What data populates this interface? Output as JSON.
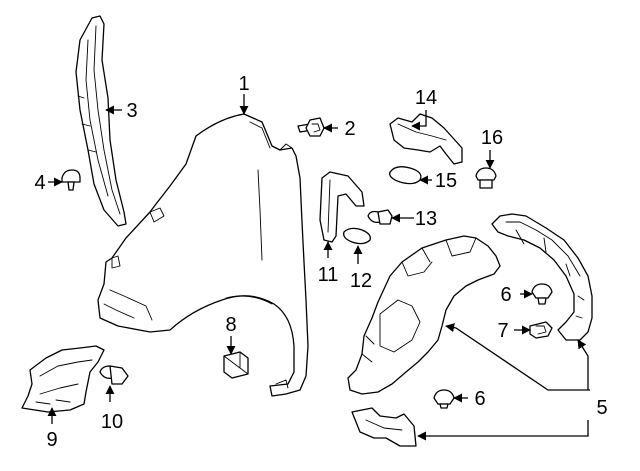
{
  "diagram": {
    "callouts": {
      "c1": "1",
      "c2": "2",
      "c3": "3",
      "c4": "4",
      "c5": "5",
      "c6a": "6",
      "c6b": "6",
      "c7": "7",
      "c8": "8",
      "c9": "9",
      "c10": "10",
      "c11": "11",
      "c12": "12",
      "c13": "13",
      "c14": "14",
      "c15": "15",
      "c16": "16"
    }
  }
}
